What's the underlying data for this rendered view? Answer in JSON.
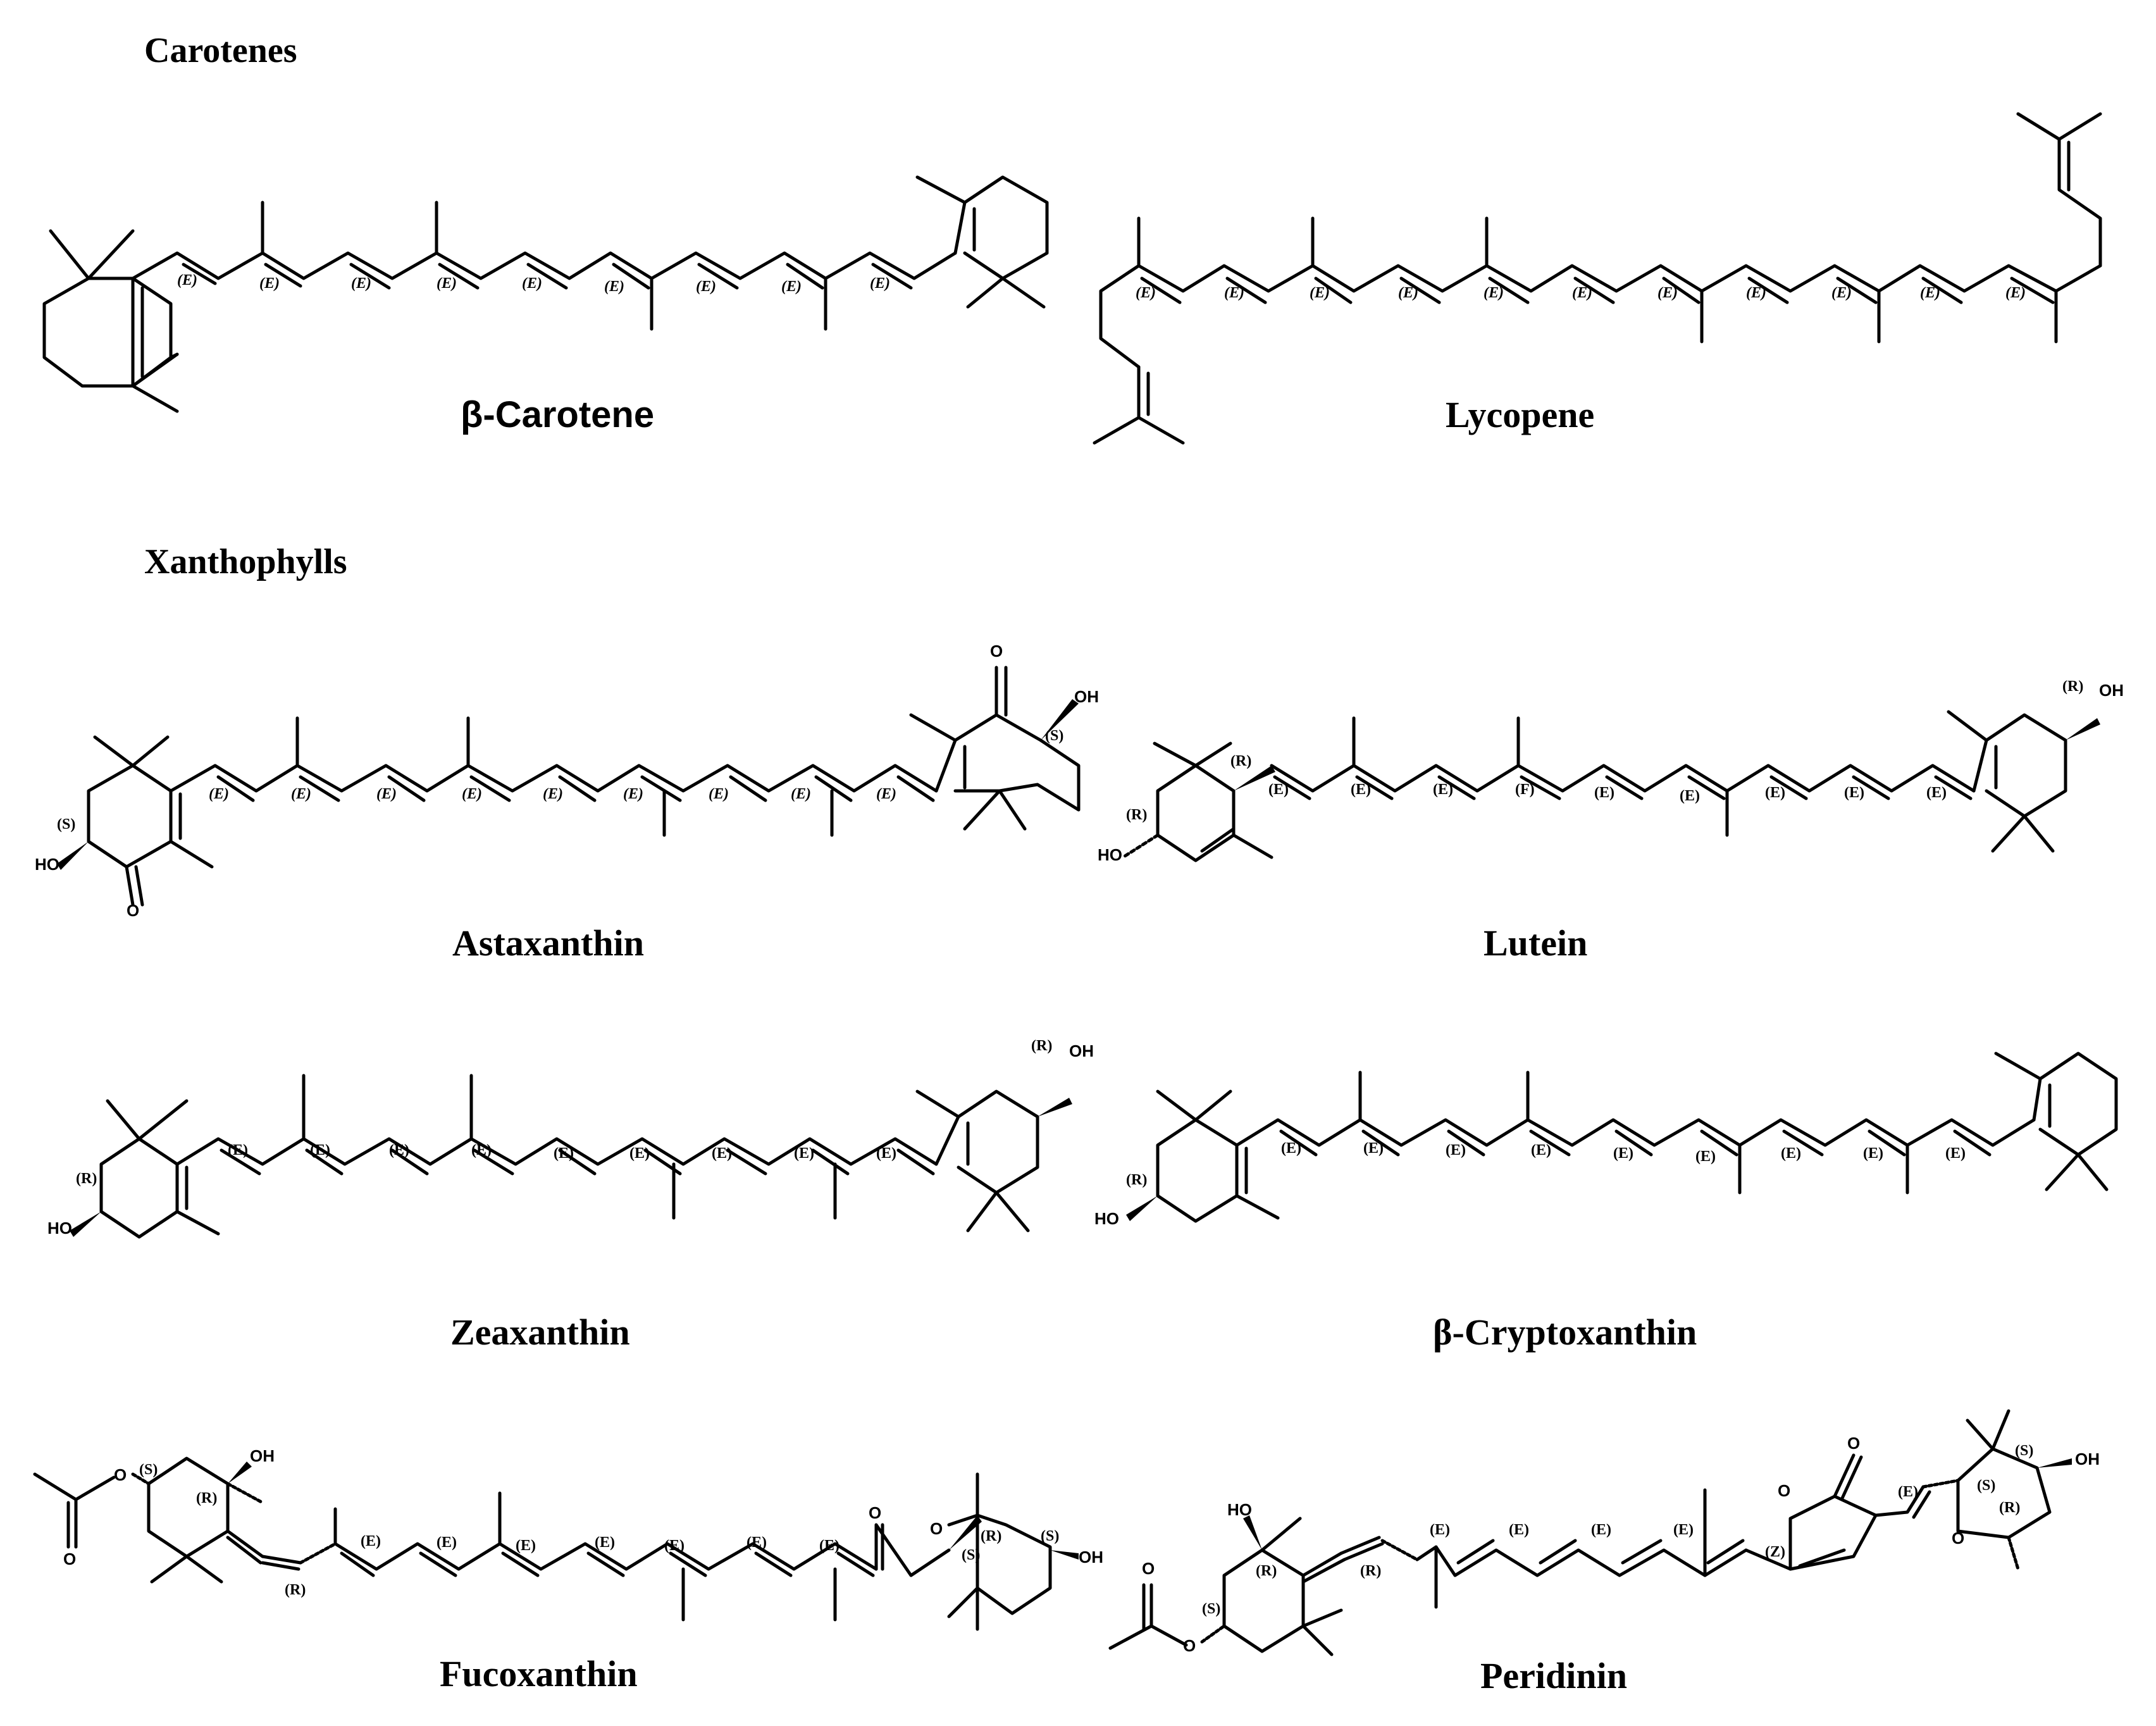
{
  "sections": {
    "carotenes": "Carotenes",
    "xanthophylls": "Xanthophylls"
  },
  "compounds": {
    "beta_carotene": "β-Carotene",
    "lycopene": "Lycopene",
    "astaxanthin": "Astaxanthin",
    "lutein": "Lutein",
    "zeaxanthin": "Zeaxanthin",
    "beta_cryptoxanthin": "β-Cryptoxanthin",
    "fucoxanthin": "Fucoxanthin",
    "peridinin": "Peridinin"
  },
  "stereo": {
    "E_italic": "(E)",
    "E": "(E)",
    "F": "(F)",
    "Z": "(Z)",
    "R": "(R)",
    "S": "(S)"
  },
  "atoms": {
    "OH": "OH",
    "HO": "HO",
    "O": "O"
  },
  "lutein_stereo_labels": [
    "(E)",
    "(E)",
    "(E)",
    "(F)",
    "(E)",
    "(E)",
    "(E)",
    "(E)",
    "(E)"
  ]
}
